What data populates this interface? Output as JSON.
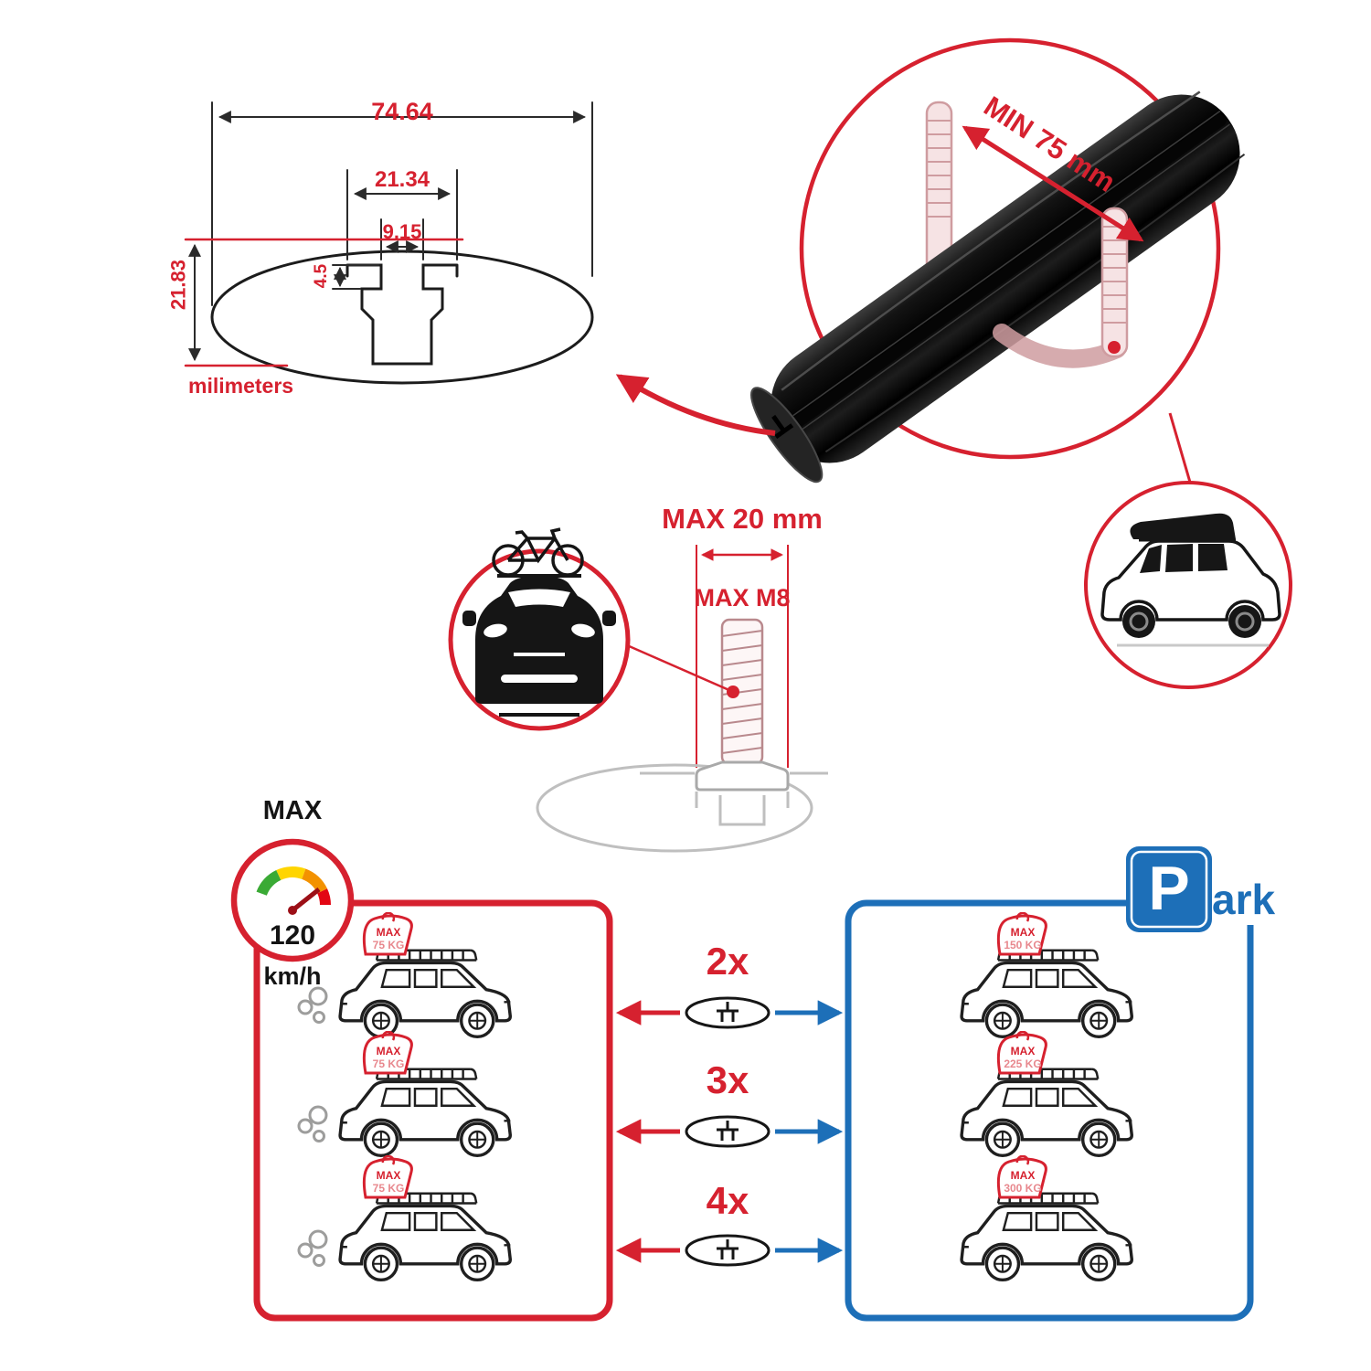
{
  "colors": {
    "red": "#d6212f",
    "blue": "#1d6fb8",
    "black": "#161616",
    "ghost_pink": "#cf9ca0",
    "ghost_gray": "#bfbfbf"
  },
  "profile": {
    "total_width": "74.64",
    "slot_outer": "21.34",
    "slot_opening": "9.15",
    "lip_height": "4.5",
    "total_height": "21.83",
    "units_label": "milimeters"
  },
  "bar_callout": {
    "min_span": "MIN 75 mm"
  },
  "bolt_callout": {
    "max_width": "MAX 20 mm",
    "max_thread": "MAX M8"
  },
  "speedometer": {
    "label": "MAX",
    "value": "120",
    "units": "km/h"
  },
  "park_sign": {
    "letter": "P",
    "suffix": "ark"
  },
  "load_table": {
    "rows": [
      {
        "bars": "2x",
        "driving_label": "MAX",
        "driving_value": "75 KG",
        "parked_label": "MAX",
        "parked_value": "150 KG"
      },
      {
        "bars": "3x",
        "driving_label": "MAX",
        "driving_value": "75 KG",
        "parked_label": "MAX",
        "parked_value": "225 KG"
      },
      {
        "bars": "4x",
        "driving_label": "MAX",
        "driving_value": "75 KG",
        "parked_label": "MAX",
        "parked_value": "300 KG"
      }
    ]
  }
}
